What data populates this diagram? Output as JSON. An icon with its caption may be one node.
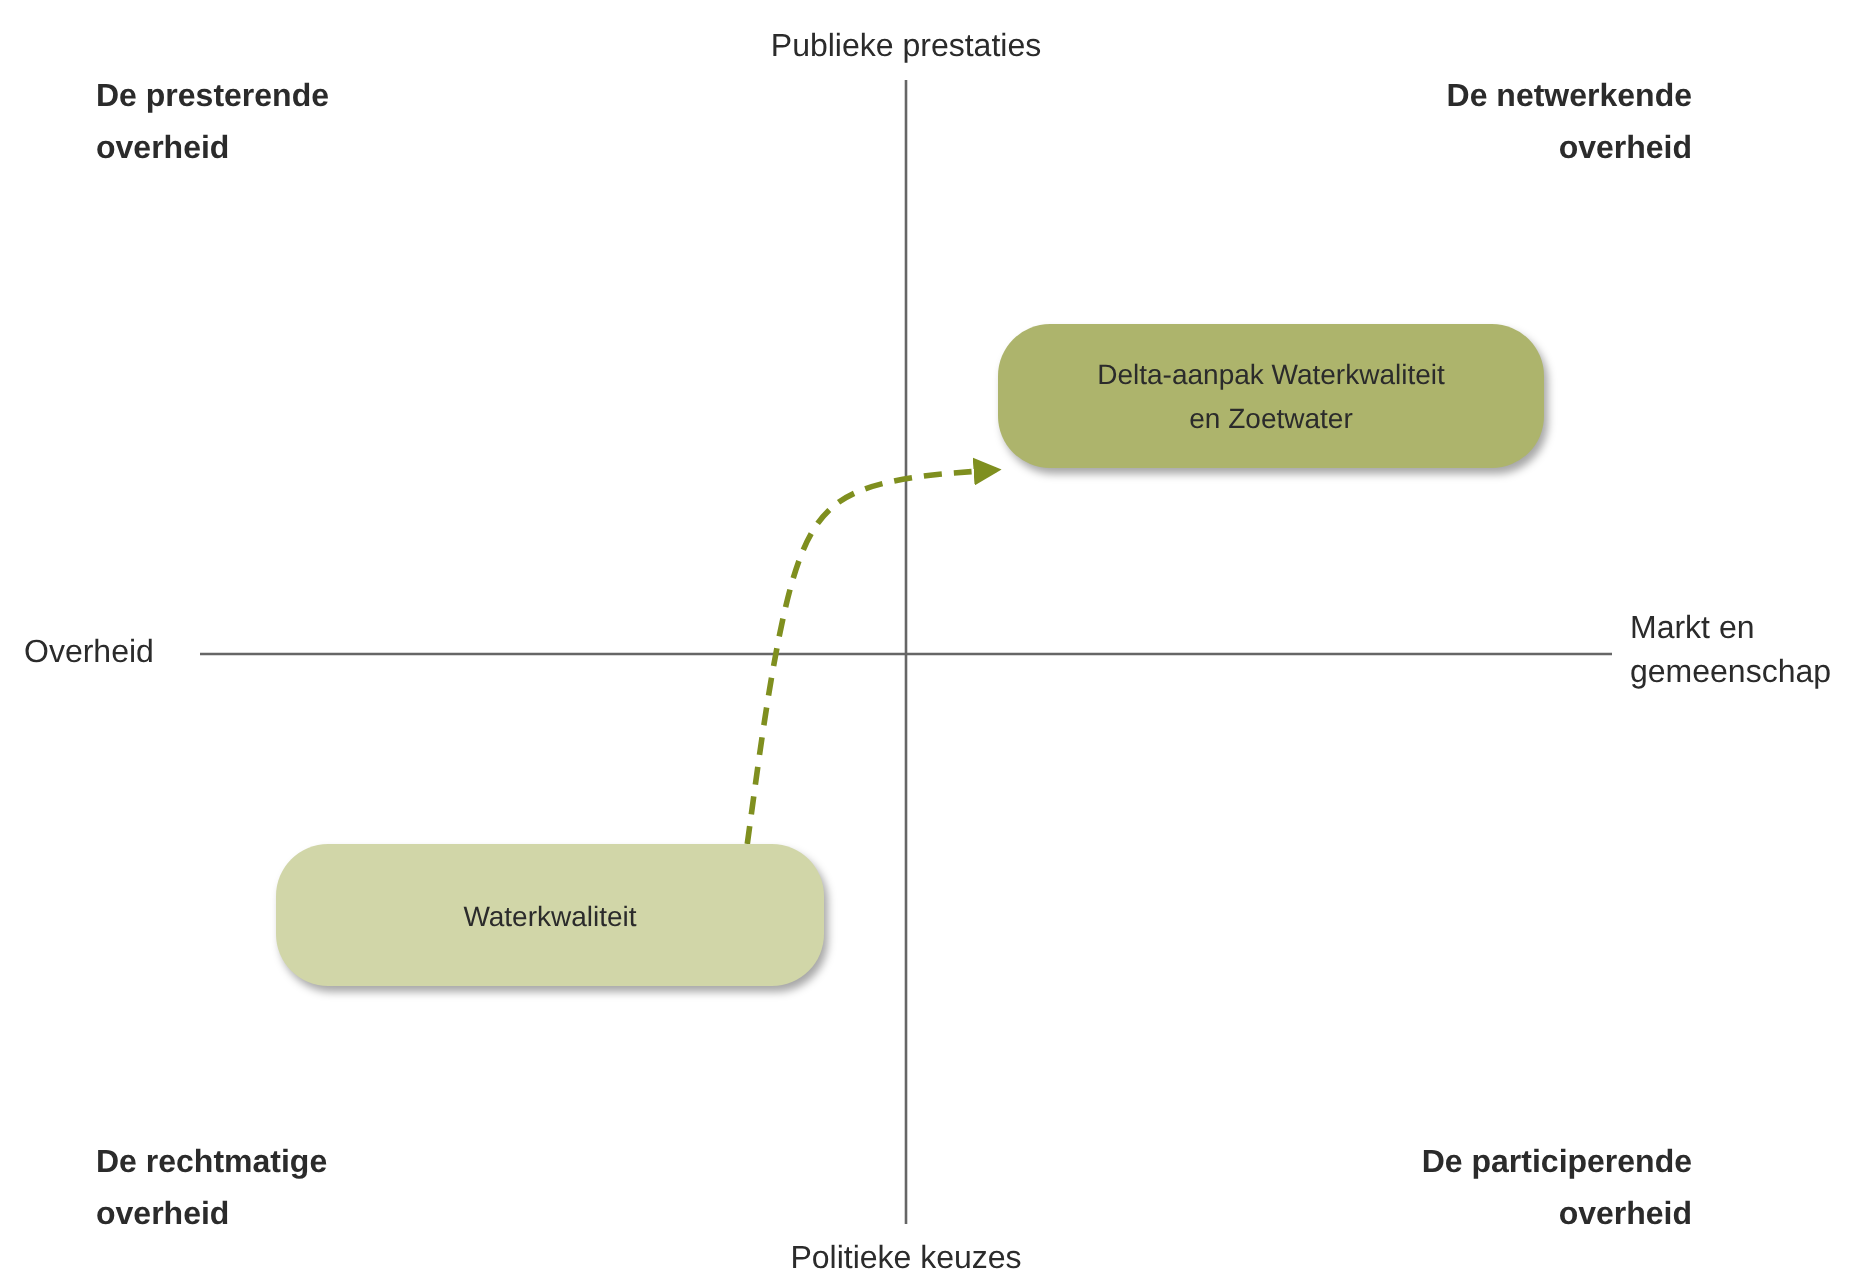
{
  "diagram": {
    "nodes": [
      {
        "text": [
          "Waterkwaliteit"
        ]
      },
      {
        "text": [
          "Delta-aanpak Waterkwaliteit en Zoetwater"
        ]
      }
    ],
    "edges": [
      {
        "from": 0,
        "to": 1,
        "arrow": "to",
        "style": "dashed",
        "color": "#7f8f1f"
      }
    ],
    "labels": [
      "Publieke prestaties",
      "De presterende overheid",
      "De netwerkende overheid",
      "Overheid",
      "Markt en gemeenschap",
      "De rechtmatige overheid",
      "De participerende overheid",
      "Politieke keuzes"
    ]
  }
}
